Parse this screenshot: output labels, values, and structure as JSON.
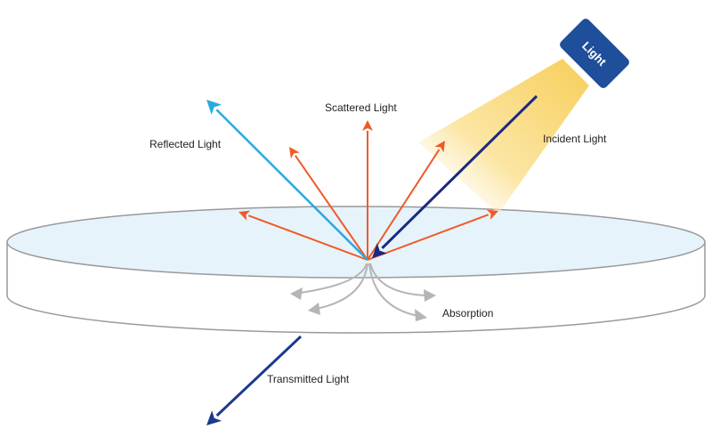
{
  "labels": {
    "reflected": "Reflected Light",
    "scattered": "Scattered Light",
    "incident": "Incident Light",
    "absorption": "Absorption",
    "transmitted": "Transmitted Light",
    "source": "Light"
  },
  "colors": {
    "reflected": "#29a9e0",
    "scattered": "#ef5a28",
    "incident": "#1b2a80",
    "transmitted": "#1b3a8c",
    "absorption": "#b5b5b5",
    "source_box": "#1f4e9a",
    "beam": "#f9d56e",
    "disk_top": "#e6f3fb"
  }
}
